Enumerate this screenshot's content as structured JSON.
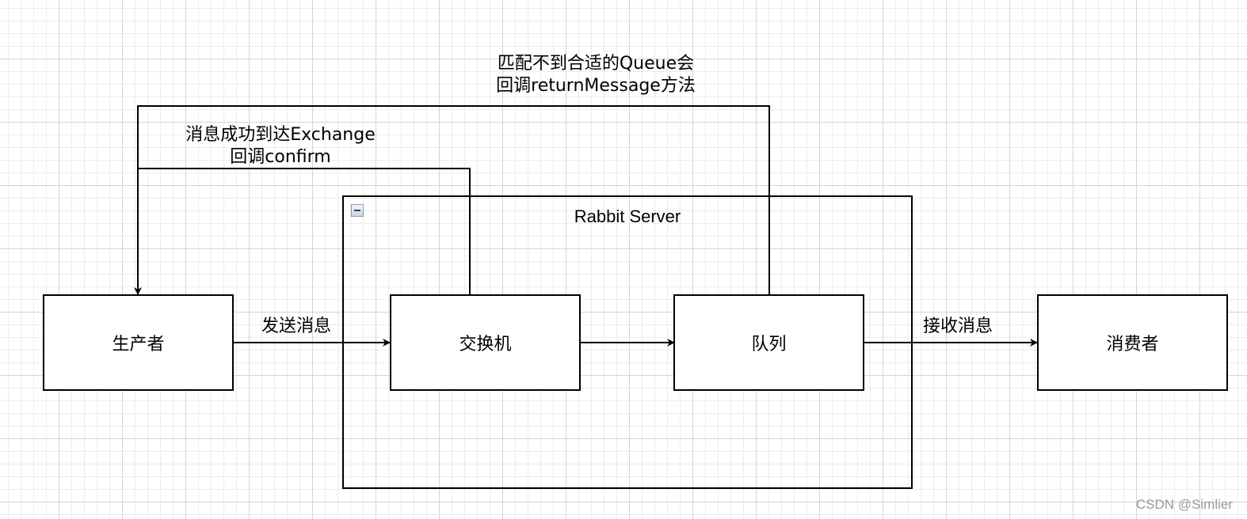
{
  "nodes": {
    "producer": "生产者",
    "exchange": "交换机",
    "queue": "队列",
    "consumer": "消费者"
  },
  "container": {
    "title": "Rabbit Server"
  },
  "edges": {
    "send_label": "发送消息",
    "receive_label": "接收消息",
    "confirm_label_line1": "消息成功到达Exchange",
    "confirm_label_line2": "回调confirm",
    "return_label_line1": "匹配不到合适的Queue会",
    "return_label_line2": "回调returnMessage方法"
  },
  "watermark": "CSDN @Simlier"
}
